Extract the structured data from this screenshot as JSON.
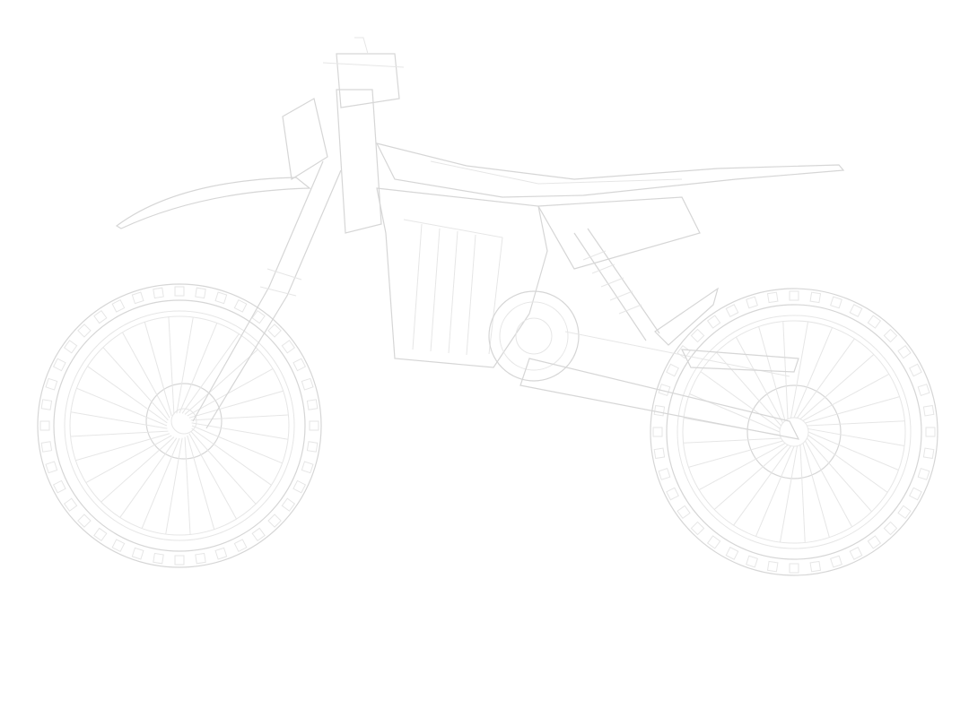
{
  "colors": {
    "background": "#ffffff",
    "line": "#d6d6d6",
    "line_light": "#e6e6e6"
  },
  "subject": {
    "front_wheel_spokes": 28,
    "rear_wheel_spokes": 28,
    "tread_blocks_per_wheel": 40
  }
}
